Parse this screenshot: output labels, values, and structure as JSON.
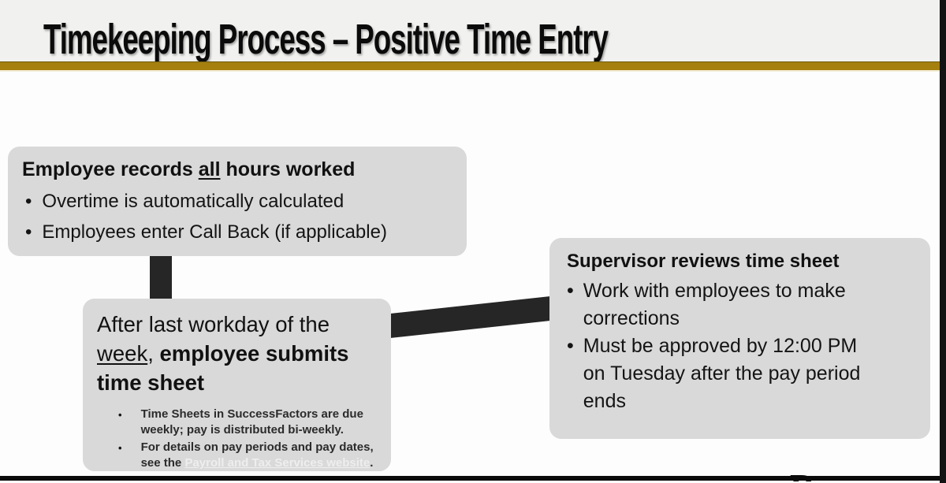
{
  "slide": {
    "title": "Timekeeping Process – Positive Time Entry",
    "bullet_char": "•",
    "footer_partial_letter": "R",
    "colors": {
      "gold": "#A5800F",
      "box_fill": "#D9D9D9",
      "connector": "#262626",
      "title_band": "#F1F1EF"
    }
  },
  "box_employee_records": {
    "heading_pre": "Employee records ",
    "heading_underlined": "all",
    "heading_post": " hours worked",
    "bullets": [
      "Overtime is automatically calculated",
      "Employees enter Call Back (if applicable)"
    ]
  },
  "box_employee_submits": {
    "heading_line1": "After last workday of the",
    "heading_underlined": "week",
    "heading_separator": ", ",
    "heading_bold_line2": "employee submits",
    "heading_bold_line3": "time sheet",
    "sub_bullets": {
      "first": "Time Sheets in SuccessFactors are due\nweekly; pay is distributed bi-weekly.",
      "second_text": "For details on pay periods and pay dates,\nsee the ",
      "second_link": "Payroll and Tax Services website",
      "second_suffix": "."
    }
  },
  "box_supervisor_reviews": {
    "heading": "Supervisor reviews time sheet",
    "bullets": [
      "Work with employees to make\ncorrections",
      "Must be approved by 12:00 PM\non Tuesday after the pay period\nends"
    ]
  }
}
